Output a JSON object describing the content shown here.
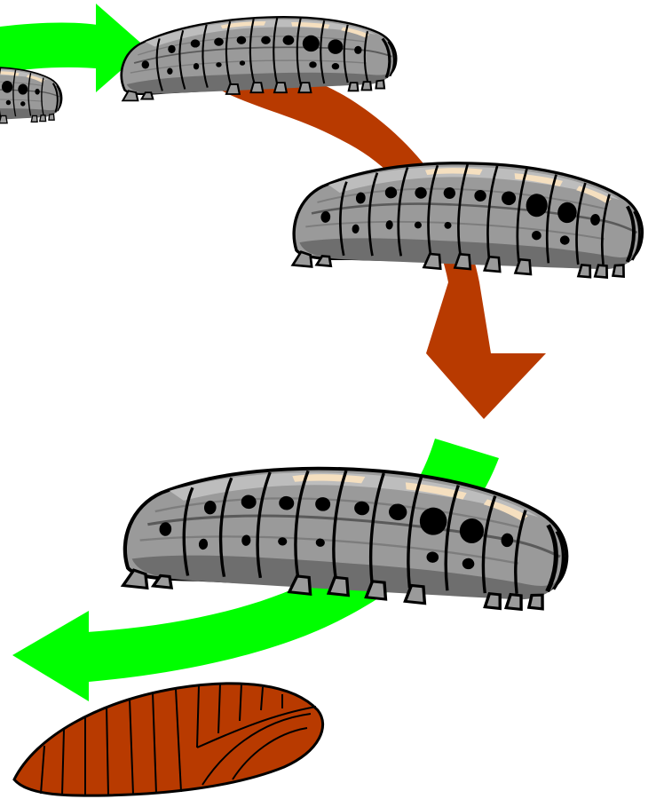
{
  "diagram": {
    "subject": "caterpillar-growth-cycle",
    "colors": {
      "background": "#ffffff",
      "green_arrow": "#00ff00",
      "brown_arrow": "#b83a00",
      "caterpillar_body": "#9a9a9a",
      "caterpillar_shade": "#6e6e6e",
      "caterpillar_highlight": "#bdbdbd",
      "caterpillar_spots": "#000000",
      "caterpillar_stripe": "#f5dfbf",
      "pupa": "#b83a00",
      "outline": "#000000"
    },
    "stages": [
      {
        "id": "larva-1",
        "kind": "caterpillar"
      },
      {
        "id": "larva-2",
        "kind": "caterpillar"
      },
      {
        "id": "larva-3",
        "kind": "caterpillar"
      },
      {
        "id": "larva-4",
        "kind": "caterpillar"
      },
      {
        "id": "pupa",
        "kind": "pupa"
      }
    ],
    "arrows": [
      {
        "id": "arrow-top",
        "color": "green",
        "direction": "right"
      },
      {
        "id": "arrow-middle",
        "color": "brown",
        "direction": "down"
      },
      {
        "id": "arrow-bottom",
        "color": "green",
        "direction": "left"
      }
    ]
  }
}
